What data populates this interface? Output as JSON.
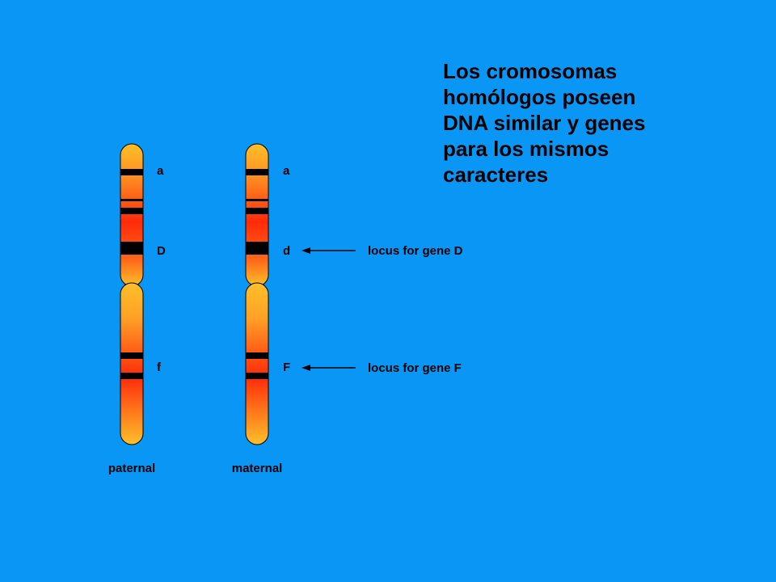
{
  "slide": {
    "background_color": "#0A96F5",
    "caption_lines": [
      "Los cromosomas",
      "homólogos poseen",
      "DNA similar y genes",
      "para los mismos",
      "caracteres"
    ]
  },
  "diagram": {
    "colors": {
      "chromosome_edge": "#FFC02A",
      "chromosome_core": "#FF2A0A",
      "band": "#000000",
      "outline": "#000000"
    },
    "chromosomes": [
      {
        "label": "paternal",
        "genes": [
          "a",
          "D",
          "f"
        ]
      },
      {
        "label": "maternal",
        "genes": [
          "a",
          "d",
          "F"
        ]
      }
    ],
    "loci": [
      {
        "label": "locus for gene D"
      },
      {
        "label": "locus for gene F"
      }
    ]
  }
}
